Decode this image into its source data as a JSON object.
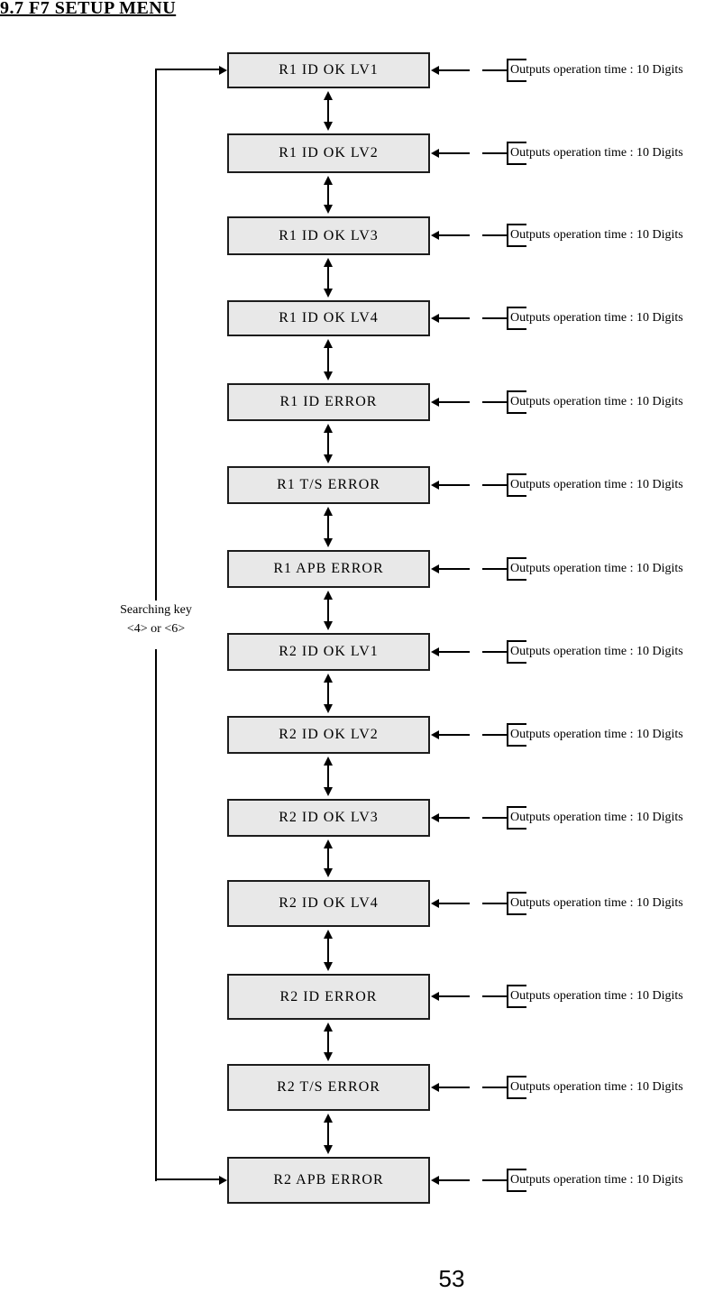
{
  "title": "9.7 F7 SETUP MENU",
  "page_number": "53",
  "diagram": {
    "search_key_label": {
      "line1": "Searching key",
      "line2": "<4> or <6>"
    },
    "annotation_label": "Outputs operation time : 10 Digits",
    "boxes": [
      {
        "label": "R1 ID OK LV1"
      },
      {
        "label": "R1 ID OK LV2"
      },
      {
        "label": "R1 ID OK LV3"
      },
      {
        "label": "R1 ID OK LV4"
      },
      {
        "label": "R1 ID ERROR"
      },
      {
        "label": "R1 T/S ERROR"
      },
      {
        "label": "R1 APB ERROR"
      },
      {
        "label": "R2 ID OK LV1"
      },
      {
        "label": "R2 ID OK LV2"
      },
      {
        "label": "R2 ID OK LV3"
      },
      {
        "label": "R2 ID OK LV4"
      },
      {
        "label": "R2 ID ERROR"
      },
      {
        "label": "R2 T/S ERROR"
      },
      {
        "label": "R2 APB ERROR"
      }
    ],
    "colors": {
      "box_fill": "#e8e8e8",
      "box_border": "#1c1c1c",
      "line": "#000000"
    }
  }
}
